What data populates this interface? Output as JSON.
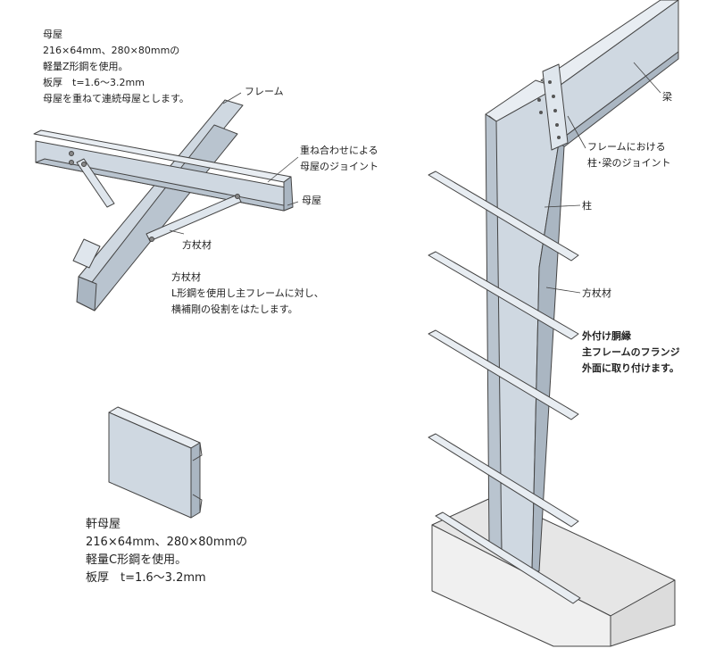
{
  "purlin": {
    "lines": [
      "母屋",
      "216×64mm、280×80mmの",
      "軽量Z形鋼を使用。",
      "板厚　t=1.6〜3.2mm",
      "母屋を重ねて連続母屋とします。"
    ]
  },
  "labels": {
    "frame": "フレーム",
    "joint_line1": "重ね合わせによる",
    "joint_line2": "母屋のジョイント",
    "purlin_short": "母屋",
    "brace_short": "方杖材",
    "beam": "梁",
    "frame_joint_line1": "フレームにおける",
    "frame_joint_line2": "柱･梁のジョイント",
    "column": "柱",
    "brace_right": "方杖材",
    "girt_line1": "外付け胴縁",
    "girt_line2": "主フレームのフランジ",
    "girt_line3": "外面に取り付けます。"
  },
  "brace_desc": {
    "lines": [
      "方杖材",
      "L形鋼を使用し主フレームに対し、",
      "横補剛の役割をはたします。"
    ]
  },
  "eave": {
    "lines": [
      "軒母屋",
      "216×64mm、280×80mmの",
      "軽量C形鋼を使用。",
      "板厚　t=1.6〜3.2mm"
    ]
  },
  "colors": {
    "steel": "#cfd8e1",
    "steel_dark": "#aab6c2",
    "steel_light": "#e8edf2",
    "outline": "#444444",
    "concrete": "#e6e6e6"
  }
}
